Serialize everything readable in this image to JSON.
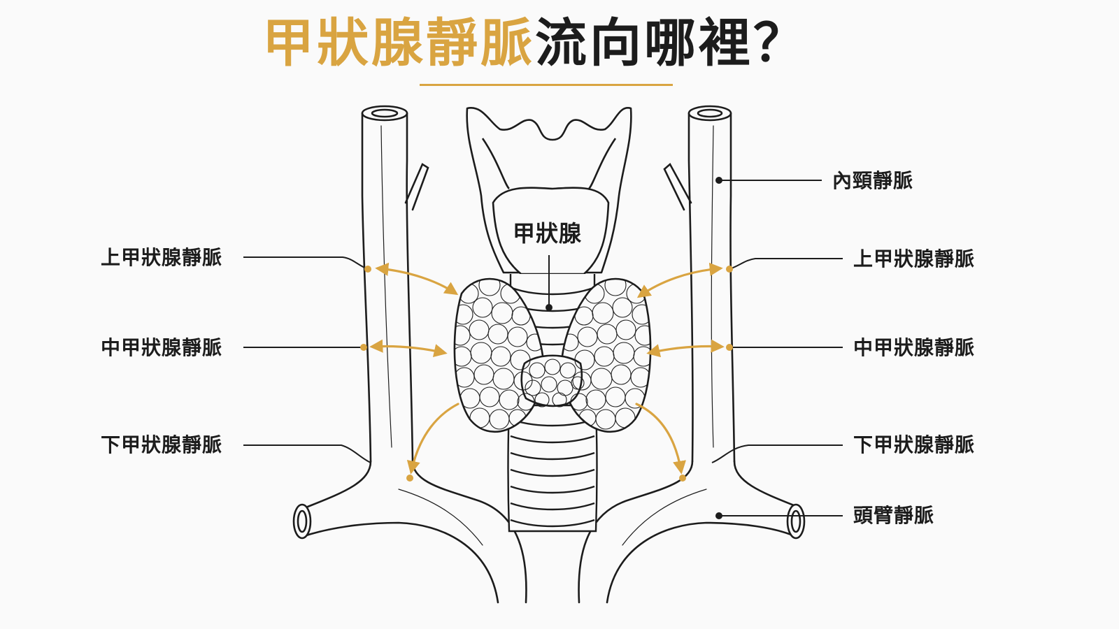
{
  "title": {
    "highlight": "甲狀腺靜脈",
    "rest": "流向哪裡？"
  },
  "labels": {
    "thyroid": "甲狀腺",
    "internal_jugular": "內頸靜脈",
    "superior_left": "上甲狀腺靜脈",
    "middle_left": "中甲狀腺靜脈",
    "inferior_left": "下甲狀腺靜脈",
    "superior_right": "上甲狀腺靜脈",
    "middle_right": "中甲狀腺靜脈",
    "inferior_right": "下甲狀腺靜脈",
    "brachiocephalic": "頭臂靜脈"
  },
  "colors": {
    "accent": "#d9a441",
    "ink": "#1c1c1c",
    "background": "#fafafa"
  }
}
